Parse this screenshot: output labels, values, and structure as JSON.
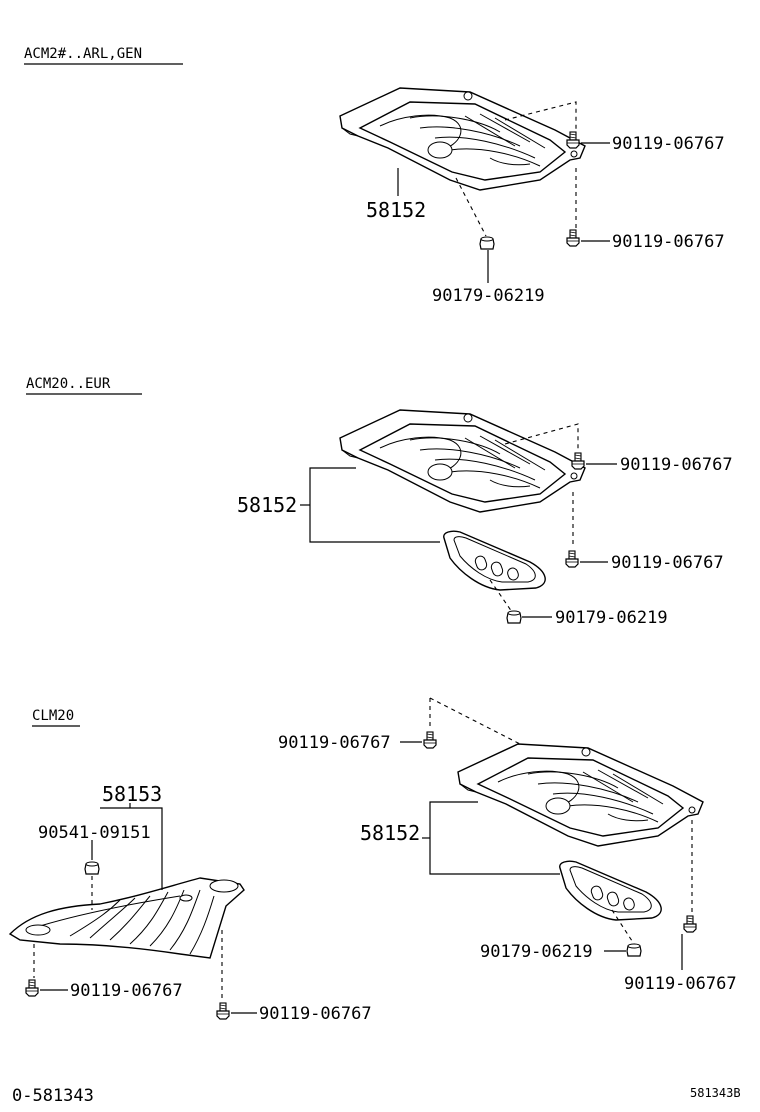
{
  "sections": [
    {
      "heading": "ACM2#..ARL,GEN",
      "parts": {
        "shield": "58152",
        "bolt_upper": "90119-06767",
        "bolt_lower": "90119-06767",
        "nut": "90179-06219"
      }
    },
    {
      "heading": "ACM20..EUR",
      "parts": {
        "shield": "58152",
        "bolt_upper": "90119-06767",
        "bolt_lower": "90119-06767",
        "nut": "90179-06219"
      }
    },
    {
      "heading": "CLM20",
      "left_assembly": {
        "shield": "58153",
        "clip": "90541-09151",
        "bolt_left": "90119-06767",
        "bolt_right": "90119-06767"
      },
      "right_assembly": {
        "shield": "58152",
        "bolt_upper": "90119-06767",
        "nut": "90179-06219",
        "bolt_lower": "90119-06767"
      }
    }
  ],
  "footer": {
    "left_code": "0-581343",
    "right_code": "581343B"
  }
}
